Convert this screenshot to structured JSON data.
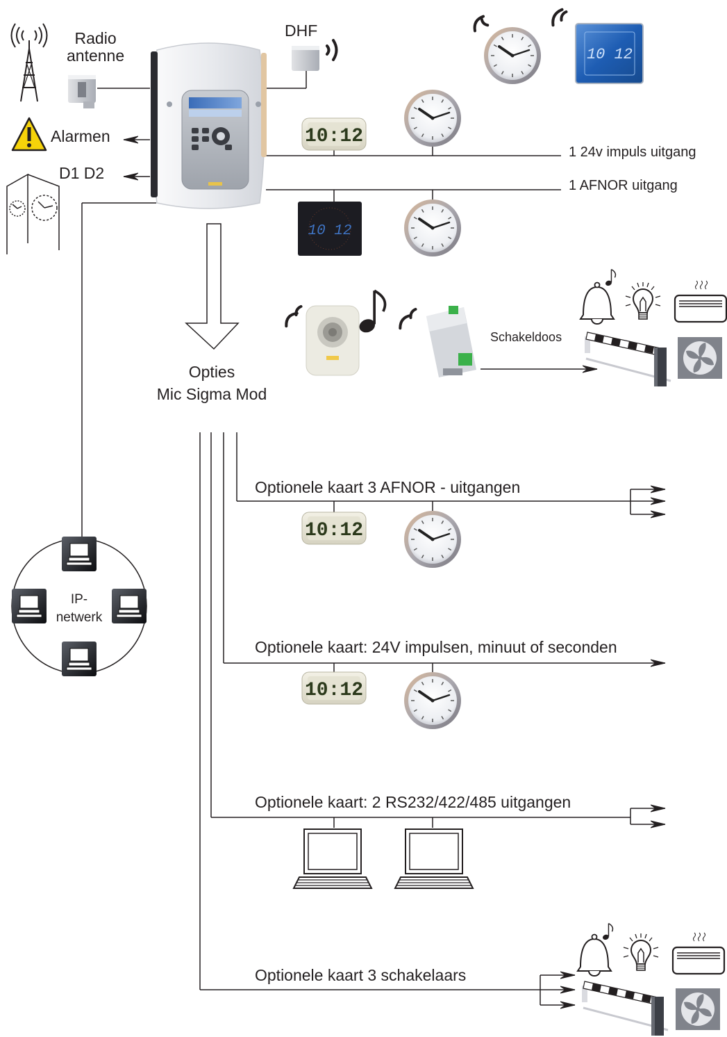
{
  "labels": {
    "radio_antenne": "Radio\nantenne",
    "dhf": "DHF",
    "alarmen": "Alarmen",
    "d1d2": "D1 D2",
    "impuls": "1 24v impuls uitgang",
    "afnor": "1 AFNOR uitgang",
    "schakeldoos": "Schakeldoos",
    "opties": "Opties\nMic Sigma Mod",
    "kaart_afnor": "Optionele kaart 3 AFNOR - uitgangen",
    "kaart_24v": "Optionele kaart: 24V impulsen, minuut of seconden",
    "kaart_rs": "Optionele kaart: 2 RS232/422/485 uitgangen",
    "kaart_schakelaars": "Optionele kaart 3 schakelaars",
    "ip_netwerk": "IP-\nnetwerk"
  },
  "displays": {
    "digital_time": "10:12",
    "blue_display_time": "10 12"
  },
  "colors": {
    "line": "#231f20",
    "clock_face": "#f4f4f6",
    "clock_rim": "#9a9aa0",
    "digital_bg": "#e8e6d8",
    "digital_digits": "#2c3a1c",
    "black_display": "#1c1c22",
    "blue_display": "#1e5db3",
    "master_body": "#eef0f3",
    "master_panel": "#b9bdc4",
    "master_screen": "#2d5aa0",
    "warning_yellow": "#f6d30a"
  },
  "icons": [
    "antenna-icon",
    "radio-receiver-icon",
    "warning-icon",
    "tower-clock-icon",
    "dhf-transmitter-icon",
    "wave-icon",
    "wall-clock-icon",
    "digital-clock-icon",
    "bell-icon",
    "music-note-icon",
    "lamp-icon",
    "heater-icon",
    "barrier-icon",
    "fan-icon",
    "switch-box-icon",
    "speaker-icon",
    "computer-icon",
    "laptop-icon"
  ]
}
